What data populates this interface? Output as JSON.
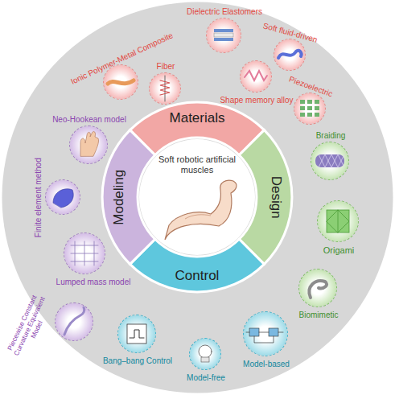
{
  "diagram": {
    "nodes": [
      {
        "text": [
          "Soft robotic artificial muscles"
        ]
      },
      {
        "text": [
          "Materials"
        ]
      },
      {
        "text": [
          "Design"
        ]
      },
      {
        "text": [
          "Control"
        ]
      },
      {
        "text": [
          "Modeling"
        ]
      },
      {
        "text": [
          "Dielectric Elastomers"
        ]
      },
      {
        "text": [
          "Soft fluid-driven"
        ]
      },
      {
        "text": [
          "Ionic Polymer-Metal Composite"
        ]
      },
      {
        "text": [
          "Fiber"
        ]
      },
      {
        "text": [
          "Shape memory alloy"
        ]
      },
      {
        "text": [
          "Piezoelectric"
        ]
      },
      {
        "text": [
          "Braiding"
        ]
      },
      {
        "text": [
          "Origami"
        ]
      },
      {
        "text": [
          "Biomimetic"
        ]
      },
      {
        "text": [
          "Model-based"
        ]
      },
      {
        "text": [
          "Model-free"
        ]
      },
      {
        "text": [
          "Bang–bang Control"
        ]
      },
      {
        "text": [
          "Neo-Hookean model"
        ]
      },
      {
        "text": [
          "Finite element method"
        ]
      },
      {
        "text": [
          "Lumped mass model"
        ]
      },
      {
        "text": [
          "Piecewise Constant Curvature Equivalent Model"
        ]
      }
    ]
  }
}
